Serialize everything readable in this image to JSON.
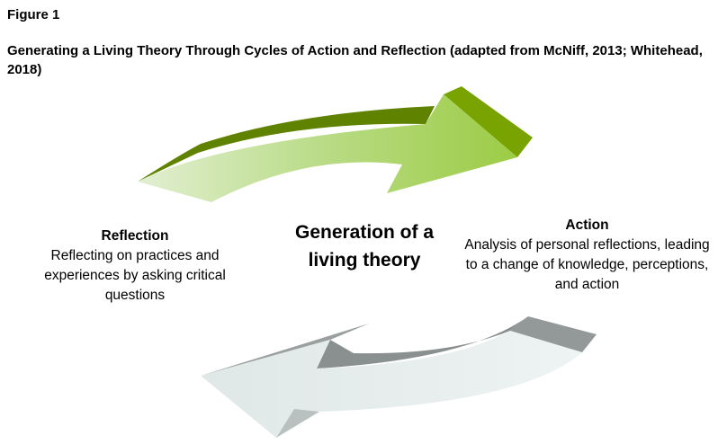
{
  "figure": {
    "label": "Figure 1",
    "caption": "Generating a Living Theory Through Cycles of Action and Reflection (adapted from McNiff, 2013; Whitehead, 2018)"
  },
  "diagram": {
    "center": "Generation of a living theory",
    "reflection": {
      "title": "Reflection",
      "text": "Reflecting on practices and experiences by asking critical questions"
    },
    "action": {
      "title": "Action",
      "text": "Analysis of personal reflections, leading to a change of knowledge, perceptions, and action"
    },
    "colors": {
      "green_arrow": "#a6d155",
      "green_dark": "#6a8f00",
      "grey_arrow": "#e6eded",
      "grey_dark": "#8a8f8f"
    }
  }
}
